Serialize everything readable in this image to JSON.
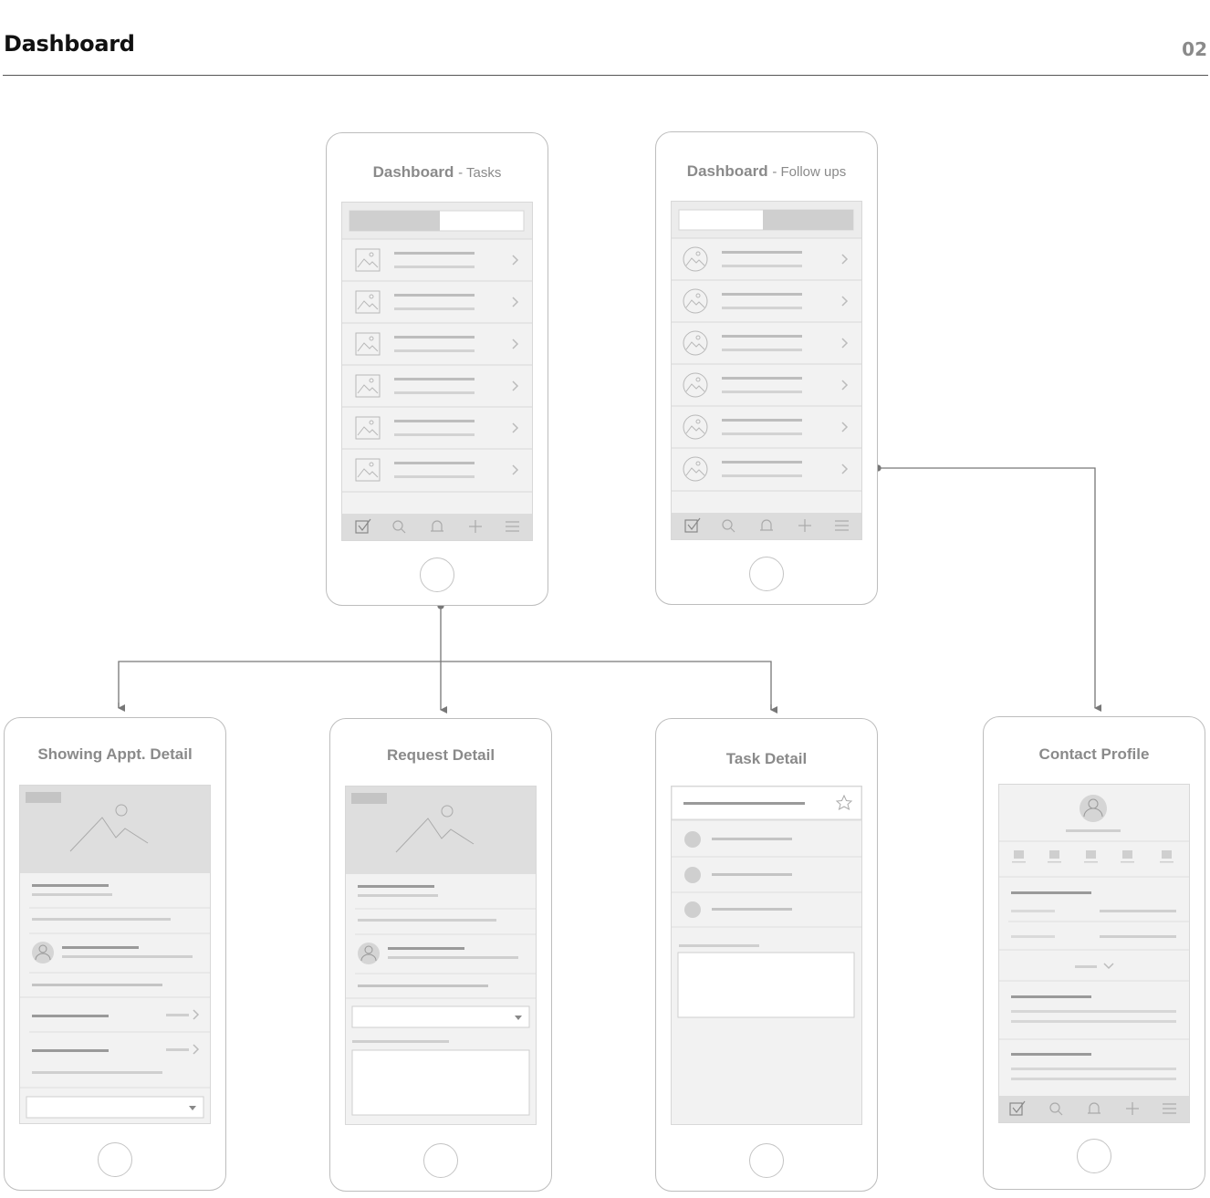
{
  "header": {
    "title": "Dashboard",
    "page_number": "02"
  },
  "screens": {
    "tasks": {
      "title": "Dashboard",
      "subtitle": "- Tasks"
    },
    "followups": {
      "title": "Dashboard",
      "subtitle": "- Follow ups"
    },
    "showing": {
      "title": "Showing Appt. Detail"
    },
    "request": {
      "title": "Request Detail"
    },
    "task_detail": {
      "title": "Task Detail"
    },
    "contact": {
      "title": "Contact Profile"
    }
  },
  "icons": {
    "tab_bar": [
      "checkbox-icon",
      "search-icon",
      "bell-icon",
      "plus-icon",
      "menu-icon"
    ],
    "list_item": "image-placeholder-icon",
    "followup_item": "avatar-placeholder-icon"
  },
  "colors": {
    "wire": "#bdbdbd",
    "connector": "#777777",
    "screen_bg": "#f2f2f2"
  }
}
